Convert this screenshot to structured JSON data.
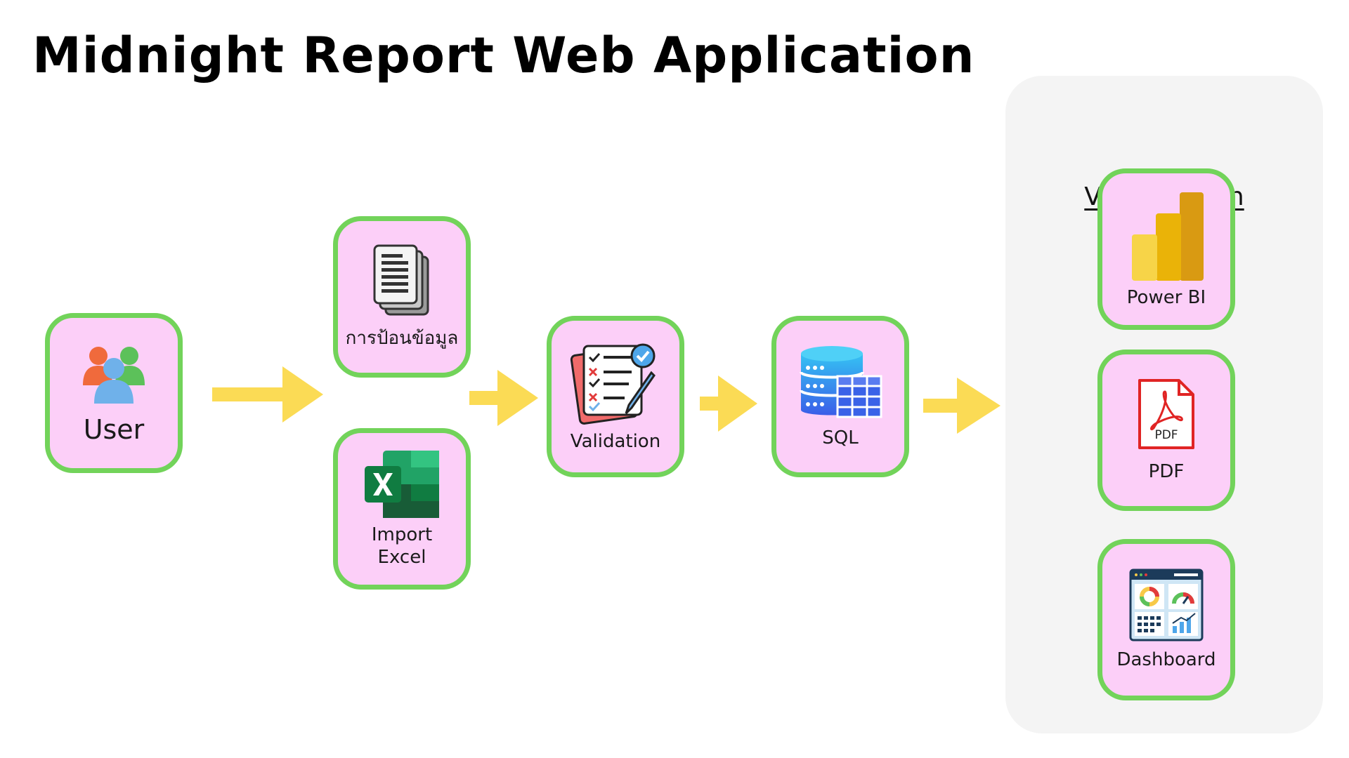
{
  "title": "Midnight Report Web Application",
  "visualization_panel": {
    "title": "Visualization"
  },
  "nodes": {
    "user": {
      "label": "User",
      "icon": "users-icon"
    },
    "manual_entry": {
      "label": "การป้อนข้อมูล",
      "icon": "documents-icon"
    },
    "import_excel": {
      "label_line1": "Import",
      "label_line2": "Excel",
      "icon": "excel-icon"
    },
    "validation": {
      "label": "Validation",
      "icon": "checklist-icon"
    },
    "sql": {
      "label": "SQL",
      "icon": "database-icon"
    },
    "power_bi": {
      "label": "Power BI",
      "icon": "power-bi-icon"
    },
    "pdf": {
      "label": "PDF",
      "icon_text": "PDF",
      "icon": "pdf-file-icon"
    },
    "dashboard": {
      "label": "Dashboard",
      "icon": "dashboard-icon"
    }
  },
  "colors": {
    "node_fill": "#fccff8",
    "node_border": "#72d35a",
    "arrow": "#fbdb55",
    "panel": "#f4f4f4"
  }
}
